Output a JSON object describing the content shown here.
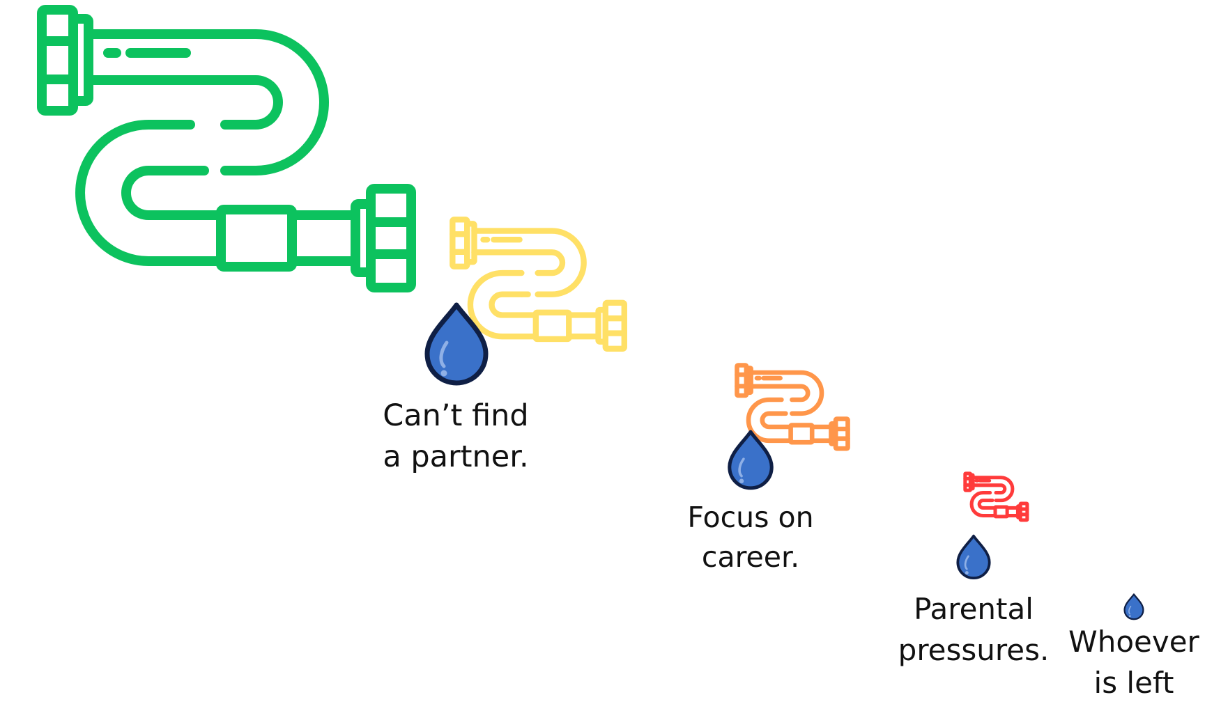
{
  "colors": {
    "pipe_1": "#0CC25E",
    "pipe_2": "#FFE066",
    "pipe_3": "#FF964A",
    "pipe_4": "#FF3B3B",
    "drop_fill": "#3A71C9",
    "drop_outline": "#0F1F45",
    "drop_highlight": "#8FB0E6",
    "text": "#111111"
  },
  "icons": {
    "pipe": "pipe-icon",
    "drop": "water-drop-icon"
  },
  "stages": [
    {
      "line1": "Can’t find",
      "line2": "a partner."
    },
    {
      "line1": "Focus on",
      "line2": "career."
    },
    {
      "line1": "Parental",
      "line2": "pressures."
    },
    {
      "line1": "Whoever",
      "line2": "is left"
    }
  ]
}
